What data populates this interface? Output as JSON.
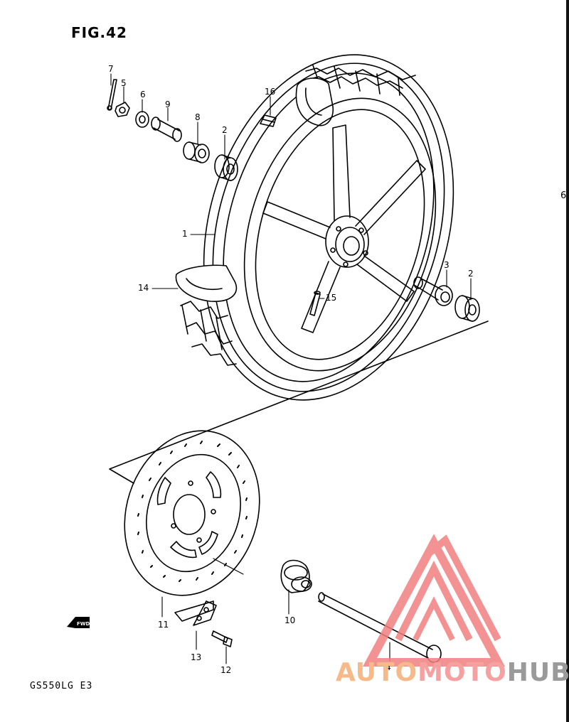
{
  "figure": {
    "title": "FIG.42",
    "model_code": "GS550LG  E3",
    "side_mark": "6"
  },
  "fwd_label": "FWD",
  "watermark": {
    "part1": "AUTO",
    "part2": "MOTO",
    "part3": "HUB",
    "colors": {
      "triangle": "#f08080",
      "auto": "#f6b98a",
      "moto": "#f6a1a1",
      "hub": "#9a9a9a"
    }
  },
  "callouts": {
    "c1": "1",
    "c2a": "2",
    "c2b": "2",
    "c3": "3",
    "c4": "4",
    "c5": "5",
    "c6": "6",
    "c7": "7",
    "c8": "8",
    "c9": "9",
    "c10": "10",
    "c11": "11",
    "c12": "12",
    "c13": "13",
    "c14": "14",
    "c15": "15",
    "c16": "16"
  }
}
